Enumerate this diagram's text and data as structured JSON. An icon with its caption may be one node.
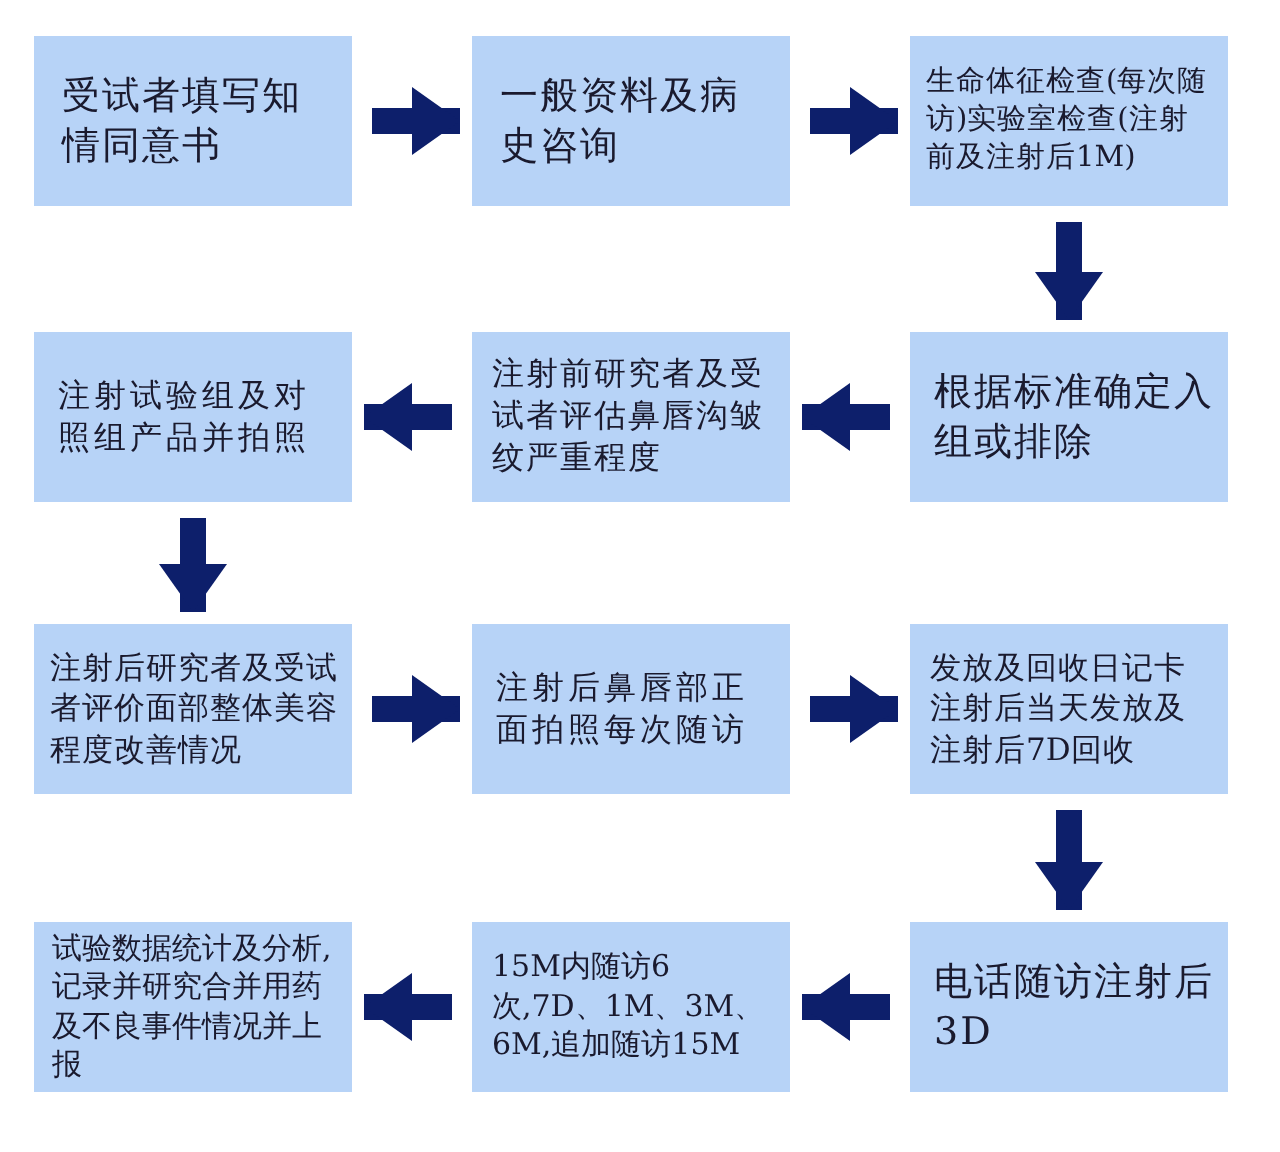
{
  "diagram": {
    "nodes": [
      {
        "text": [
          "受试者填写知情同意书"
        ]
      },
      {
        "text": [
          "一般资料及病史咨询"
        ]
      },
      {
        "text": [
          "生命体征检查(每次随访)实验室检查(注射前及注射后1M)"
        ]
      },
      {
        "text": [
          "根据标准确定入组或排除"
        ]
      },
      {
        "text": [
          "注射前研究者及受试者评估鼻唇沟皱纹严重程度"
        ]
      },
      {
        "text": [
          "注射试验组及对照组产品并拍照"
        ]
      },
      {
        "text": [
          "注射后研究者及受试者评价面部整体美容程度改善情况"
        ]
      },
      {
        "text": [
          "注射后鼻唇部正面拍照每次随访"
        ]
      },
      {
        "text": [
          "发放及回收日记卡注射后当天发放及注射后7D回收"
        ]
      },
      {
        "text": [
          "电话随访注射后3D"
        ]
      },
      {
        "text": [
          "15M内随访6次,7D、1M、3M、6M,追加随访15M"
        ]
      },
      {
        "text": [
          "试验数据统计及分析,记录并研究合并用药及不良事件情况并上报"
        ]
      }
    ],
    "edges": [
      {
        "from": 0,
        "to": 1,
        "arrow": "to"
      },
      {
        "from": 1,
        "to": 2,
        "arrow": "to"
      },
      {
        "from": 2,
        "to": 3,
        "arrow": "to"
      },
      {
        "from": 3,
        "to": 4,
        "arrow": "to"
      },
      {
        "from": 4,
        "to": 5,
        "arrow": "to"
      },
      {
        "from": 5,
        "to": 6,
        "arrow": "to"
      },
      {
        "from": 6,
        "to": 7,
        "arrow": "to"
      },
      {
        "from": 7,
        "to": 8,
        "arrow": "to"
      },
      {
        "from": 8,
        "to": 9,
        "arrow": "to"
      },
      {
        "from": 9,
        "to": 10,
        "arrow": "to"
      },
      {
        "from": 10,
        "to": 11,
        "arrow": "to"
      }
    ]
  }
}
